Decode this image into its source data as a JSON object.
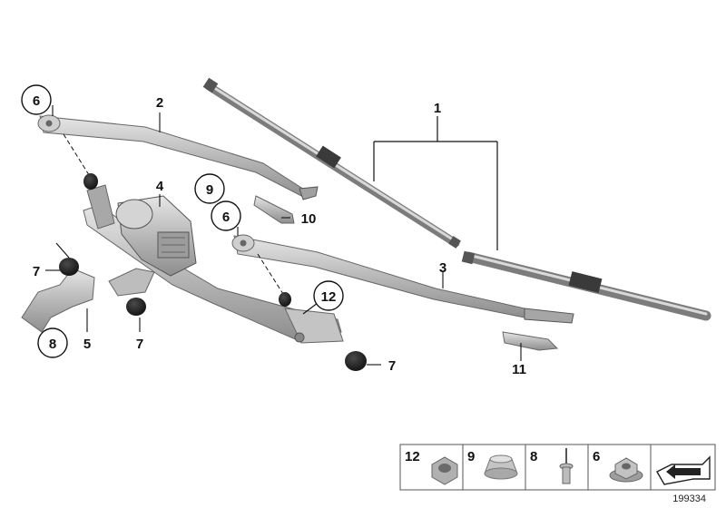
{
  "diagram": {
    "reference_number": "199334",
    "callouts": {
      "c1": "1",
      "c2": "2",
      "c3": "3",
      "c4": "4",
      "c5": "5",
      "c6a": "6",
      "c6b": "6",
      "c7a": "7",
      "c7b": "7",
      "c7c": "7",
      "c8": "8",
      "c9": "9",
      "c10": "10",
      "c11": "11",
      "c12": "12"
    },
    "legend": {
      "items": [
        {
          "number": "12",
          "part": "hex-nut-flanged"
        },
        {
          "number": "9",
          "part": "rubber-cap"
        },
        {
          "number": "8",
          "part": "blind-rivet"
        },
        {
          "number": "6",
          "part": "flange-nut"
        }
      ]
    }
  }
}
